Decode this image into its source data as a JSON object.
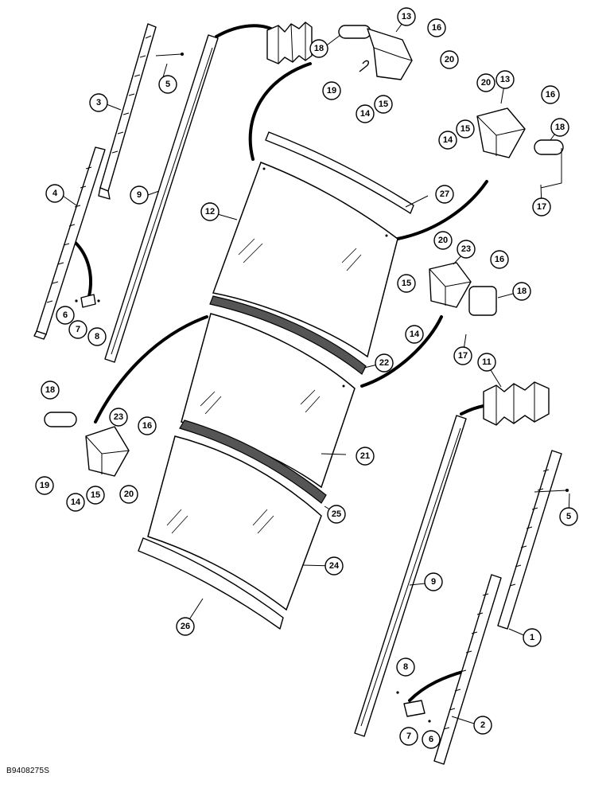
{
  "figure_code": "B9408275S",
  "callouts": [
    {
      "id": "c1",
      "label": "1"
    },
    {
      "id": "c2",
      "label": "2"
    },
    {
      "id": "c3",
      "label": "3"
    },
    {
      "id": "c4",
      "label": "4"
    },
    {
      "id": "c5a",
      "label": "5"
    },
    {
      "id": "c5b",
      "label": "5"
    },
    {
      "id": "c6a",
      "label": "6"
    },
    {
      "id": "c6b",
      "label": "6"
    },
    {
      "id": "c7a",
      "label": "7"
    },
    {
      "id": "c7b",
      "label": "7"
    },
    {
      "id": "c8a",
      "label": "8"
    },
    {
      "id": "c8b",
      "label": "8"
    },
    {
      "id": "c9a",
      "label": "9"
    },
    {
      "id": "c9b",
      "label": "9"
    },
    {
      "id": "c11",
      "label": "11"
    },
    {
      "id": "c12",
      "label": "12"
    },
    {
      "id": "c13a",
      "label": "13"
    },
    {
      "id": "c13b",
      "label": "13"
    },
    {
      "id": "c14a",
      "label": "14"
    },
    {
      "id": "c14b",
      "label": "14"
    },
    {
      "id": "c14c",
      "label": "14"
    },
    {
      "id": "c14d",
      "label": "14"
    },
    {
      "id": "c15a",
      "label": "15"
    },
    {
      "id": "c15b",
      "label": "15"
    },
    {
      "id": "c15c",
      "label": "15"
    },
    {
      "id": "c15d",
      "label": "15"
    },
    {
      "id": "c16a",
      "label": "16"
    },
    {
      "id": "c16b",
      "label": "16"
    },
    {
      "id": "c16c",
      "label": "16"
    },
    {
      "id": "c16d",
      "label": "16"
    },
    {
      "id": "c17a",
      "label": "17"
    },
    {
      "id": "c17b",
      "label": "17"
    },
    {
      "id": "c18a",
      "label": "18"
    },
    {
      "id": "c18b",
      "label": "18"
    },
    {
      "id": "c18c",
      "label": "18"
    },
    {
      "id": "c18d",
      "label": "18"
    },
    {
      "id": "c19a",
      "label": "19"
    },
    {
      "id": "c19b",
      "label": "19"
    },
    {
      "id": "c20a",
      "label": "20"
    },
    {
      "id": "c20b",
      "label": "20"
    },
    {
      "id": "c20c",
      "label": "20"
    },
    {
      "id": "c20d",
      "label": "20"
    },
    {
      "id": "c21",
      "label": "21"
    },
    {
      "id": "c22",
      "label": "22"
    },
    {
      "id": "c23a",
      "label": "23"
    },
    {
      "id": "c23b",
      "label": "23"
    },
    {
      "id": "c24",
      "label": "24"
    },
    {
      "id": "c25",
      "label": "25"
    },
    {
      "id": "c26",
      "label": "26"
    },
    {
      "id": "c27",
      "label": "27"
    }
  ]
}
